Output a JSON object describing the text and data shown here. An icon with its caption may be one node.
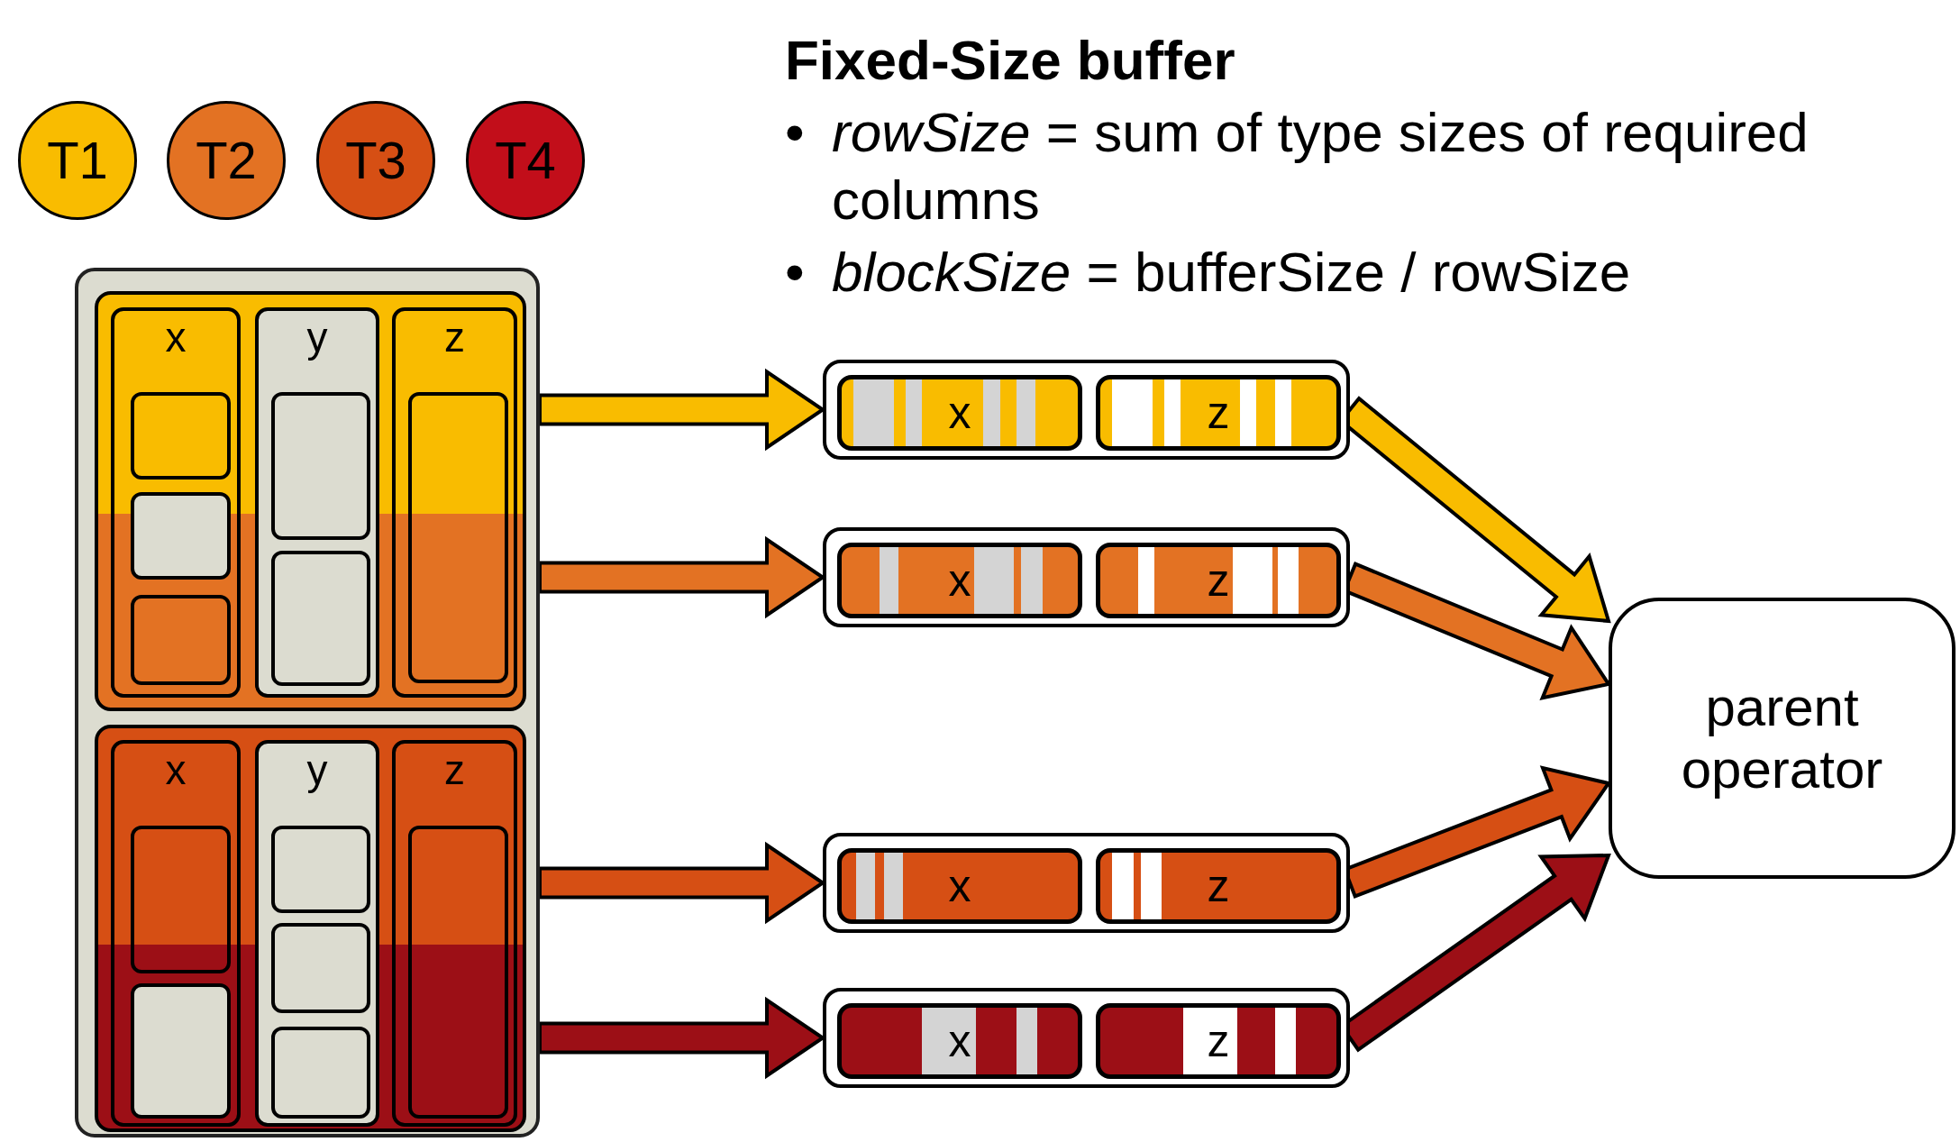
{
  "diagram": {
    "title": "Fixed-Size buffer",
    "nodes": [
      {
        "text": [
          "T1"
        ]
      },
      {
        "text": [
          "T2"
        ]
      },
      {
        "text": [
          "T3"
        ]
      },
      {
        "text": [
          "T4"
        ]
      },
      {
        "text": [],
        "shape": "box"
      },
      {
        "text": [],
        "shape": "box",
        "in": 4
      },
      {
        "text": [
          "x"
        ],
        "in": 5
      },
      {
        "text": [],
        "shape": "box",
        "in": 6
      },
      {
        "text": [],
        "shape": "box",
        "in": 6
      },
      {
        "text": [],
        "shape": "box",
        "in": 6
      },
      {
        "text": [
          "y"
        ],
        "in": 5
      },
      {
        "text": [],
        "shape": "box",
        "in": 10
      },
      {
        "text": [],
        "shape": "box",
        "in": 10
      },
      {
        "text": [
          "z"
        ],
        "in": 5
      },
      {
        "text": [],
        "shape": "box",
        "in": 13
      },
      {
        "text": [],
        "shape": "box",
        "in": 4
      },
      {
        "text": [
          "x"
        ],
        "in": 15
      },
      {
        "text": [],
        "shape": "box",
        "in": 16
      },
      {
        "text": [],
        "shape": "box",
        "in": 16
      },
      {
        "text": [
          "y"
        ],
        "in": 15
      },
      {
        "text": [],
        "shape": "box",
        "in": 19
      },
      {
        "text": [],
        "shape": "box",
        "in": 19
      },
      {
        "text": [],
        "shape": "box",
        "in": 19
      },
      {
        "text": [
          "z"
        ],
        "in": 15
      },
      {
        "text": [],
        "shape": "box",
        "in": 23
      },
      {
        "text": [],
        "shape": "box"
      },
      {
        "text": [
          "x"
        ],
        "in": 25
      },
      {
        "text": [
          "z"
        ],
        "in": 25
      },
      {
        "text": [],
        "shape": "box"
      },
      {
        "text": [
          "x"
        ],
        "in": 28
      },
      {
        "text": [
          "z"
        ],
        "in": 28
      },
      {
        "text": [],
        "shape": "box"
      },
      {
        "text": [
          "x"
        ],
        "in": 31
      },
      {
        "text": [
          "z"
        ],
        "in": 31
      },
      {
        "text": [],
        "shape": "box"
      },
      {
        "text": [
          "x"
        ],
        "in": 34
      },
      {
        "text": [
          "z"
        ],
        "in": 34
      },
      {
        "text": [
          "parent operator"
        ]
      }
    ],
    "edges": [
      {
        "from": 4,
        "to": 25,
        "arrow": "to",
        "style": "thick",
        "color": "#f9bc00"
      },
      {
        "from": 4,
        "to": 28,
        "arrow": "to",
        "style": "thick",
        "color": "#e37223"
      },
      {
        "from": 4,
        "to": 31,
        "arrow": "to",
        "style": "thick",
        "color": "#d64f14"
      },
      {
        "from": 4,
        "to": 34,
        "arrow": "to",
        "style": "thick",
        "color": "#9c0f16"
      },
      {
        "from": 25,
        "to": 37,
        "arrow": "to",
        "style": "thick",
        "color": "#f9bc00"
      },
      {
        "from": 28,
        "to": 37,
        "arrow": "to",
        "style": "thick",
        "color": "#e37223"
      },
      {
        "from": 31,
        "to": 37,
        "arrow": "to",
        "style": "thick",
        "color": "#d64f14"
      },
      {
        "from": 34,
        "to": 37,
        "arrow": "to",
        "style": "thick",
        "color": "#9c0f16"
      }
    ],
    "labels": [
      "•",
      "*rowSize* = sum of type sizes of required columns",
      "•",
      "*blockSize* = bufferSize / rowSize"
    ]
  }
}
